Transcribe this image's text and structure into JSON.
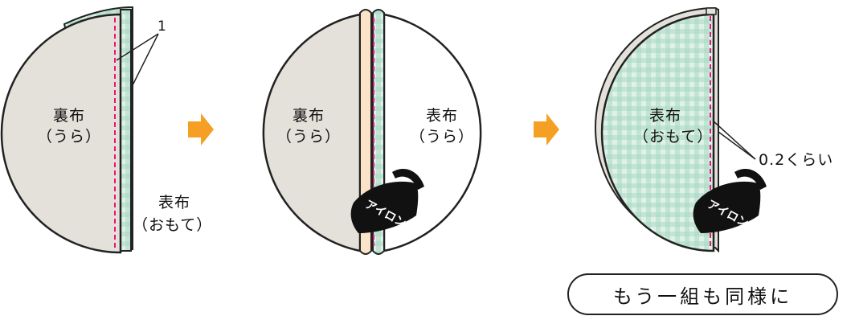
{
  "colors": {
    "lining": "#e3e1da",
    "gingham_base": "#dff1e8",
    "gingham_stripe": "#a9d9c2",
    "interfacing": "#fbe3c8",
    "stitch": "#e8157a",
    "arrow": "#f5a024",
    "outline": "#222222"
  },
  "step1": {
    "lining_label": "裏布",
    "lining_sub": "（うら）",
    "outer_label": "表布",
    "outer_sub": "（おもて）",
    "callout_number": "1"
  },
  "step2": {
    "lining_label": "裏布",
    "lining_sub": "（うら）",
    "outer_label": "表布",
    "outer_sub": "（うら）",
    "iron_text": "アイロン"
  },
  "step3": {
    "outer_label": "表布",
    "outer_sub": "（おもて）",
    "measure_label": "0.2くらい",
    "iron_text": "アイロン"
  },
  "note": "もう一組も同様に",
  "icons": [
    "arrow-right-icon",
    "iron-icon"
  ]
}
